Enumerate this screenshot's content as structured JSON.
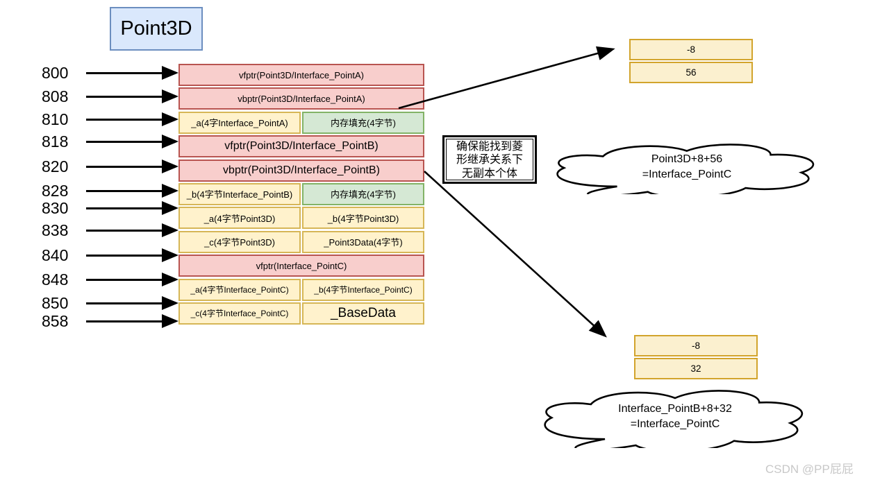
{
  "title_box": {
    "label": "Point3D"
  },
  "addresses": [
    "800",
    "808",
    "810",
    "818",
    "820",
    "828",
    "830",
    "838",
    "840",
    "848",
    "850",
    "858"
  ],
  "memory_table": {
    "rows": [
      {
        "type": "full",
        "color": "red",
        "text": "vfptr(Point3D/Interface_PointA)"
      },
      {
        "type": "full",
        "color": "red",
        "text": "vbptr(Point3D/Interface_PointA)"
      },
      {
        "type": "split",
        "cells": [
          {
            "color": "yellow",
            "text": "_a(4字Interface_PointA)"
          },
          {
            "color": "green",
            "text": "内存填充(4字节)"
          }
        ]
      },
      {
        "type": "full",
        "color": "red",
        "text": "vfptr(Point3D/Interface_PointB)"
      },
      {
        "type": "full",
        "color": "red",
        "text": "vbptr(Point3D/Interface_PointB)"
      },
      {
        "type": "split",
        "cells": [
          {
            "color": "yellow",
            "text": "_b(4字节Interface_PointB)"
          },
          {
            "color": "green",
            "text": "内存填充(4字节)"
          }
        ]
      },
      {
        "type": "split",
        "cells": [
          {
            "color": "yellow",
            "text": "_a(4字节Point3D)"
          },
          {
            "color": "yellow",
            "text": "_b(4字节Point3D)"
          }
        ]
      },
      {
        "type": "split",
        "cells": [
          {
            "color": "yellow",
            "text": "_c(4字节Point3D)"
          },
          {
            "color": "yellow",
            "text": "_Point3Data(4字节)"
          }
        ]
      },
      {
        "type": "full",
        "color": "red",
        "text": "vfptr(Interface_PointC)"
      },
      {
        "type": "split",
        "cells": [
          {
            "color": "yellow",
            "text": "_a(4字节Interface_PointC)"
          },
          {
            "color": "yellow",
            "text": "_b(4字节Interface_PointC)"
          }
        ]
      },
      {
        "type": "split",
        "cells": [
          {
            "color": "yellow",
            "text": "_c(4字节Interface_PointC)"
          },
          {
            "color": "yellow",
            "text": "_BaseData"
          }
        ]
      }
    ]
  },
  "note_box": {
    "lines": [
      "确保能找到菱",
      "形继承关系下",
      "无副本个体"
    ]
  },
  "offset_boxes": {
    "top": {
      "values": [
        "-8",
        "56"
      ]
    },
    "bottom": {
      "values": [
        "-8",
        "32"
      ]
    }
  },
  "clouds": {
    "top": {
      "lines": [
        "Point3D+8+56",
        "=Interface_PointC"
      ]
    },
    "bottom": {
      "lines": [
        "Interface_PointB+8+32",
        "=Interface_PointC"
      ]
    }
  },
  "watermark": "CSDN @PP屁屁",
  "colors": {
    "red_fill": "#f8cecc",
    "red_stroke": "#b85450",
    "yellow_fill": "#fff2cc",
    "yellow_stroke": "#d6b656",
    "green_fill": "#d5e8d4",
    "green_stroke": "#82b366",
    "blue_fill": "#dae8fc",
    "blue_stroke": "#6c8ebf",
    "gold_fill": "#fbf0cf",
    "gold_stroke": "#d2a42c"
  }
}
